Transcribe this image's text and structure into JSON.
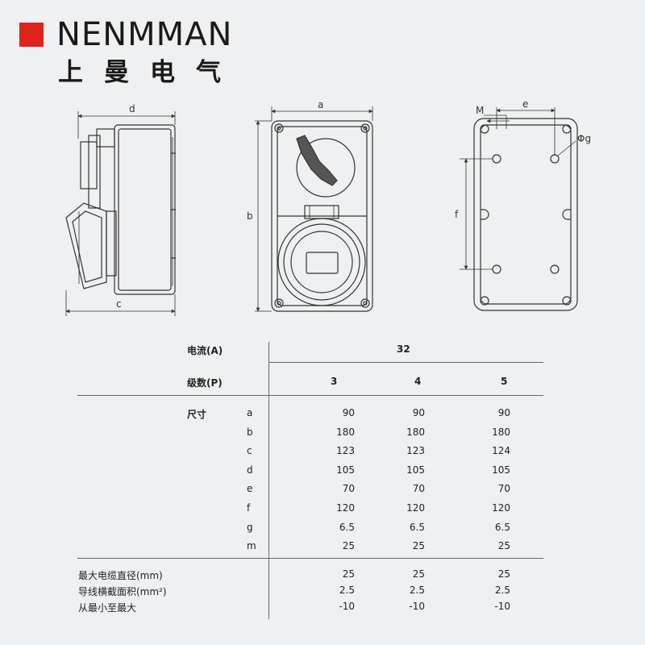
{
  "brand": {
    "name_en": "NENMMAN",
    "name_cn": "上曼电气",
    "accent": "#e0231b"
  },
  "drawing_labels": {
    "a": "a",
    "b": "b",
    "c": "c",
    "d": "d",
    "e": "e",
    "f": "f",
    "m": "M",
    "g": "Φg"
  },
  "table": {
    "current_label": "电流(A)",
    "current_value": "32",
    "poles_label": "级数(P)",
    "poles": [
      "3",
      "4",
      "5"
    ],
    "dimension_label": "尺寸",
    "dimension_rows": [
      {
        "key": "a",
        "values": [
          "90",
          "90",
          "90"
        ]
      },
      {
        "key": "b",
        "values": [
          "180",
          "180",
          "180"
        ]
      },
      {
        "key": "c",
        "values": [
          "123",
          "123",
          "124"
        ]
      },
      {
        "key": "d",
        "values": [
          "105",
          "105",
          "105"
        ]
      },
      {
        "key": "e",
        "values": [
          "70",
          "70",
          "70"
        ]
      },
      {
        "key": "f",
        "values": [
          "120",
          "120",
          "120"
        ]
      },
      {
        "key": "g",
        "values": [
          "6.5",
          "6.5",
          "6.5"
        ]
      },
      {
        "key": "m",
        "values": [
          "25",
          "25",
          "25"
        ]
      }
    ],
    "footer_rows": [
      {
        "label": "最大电缆直径(mm)",
        "values": [
          "25",
          "25",
          "25"
        ]
      },
      {
        "label": "导线横截面积(mm²)",
        "values": [
          "2.5",
          "2.5",
          "2.5"
        ]
      },
      {
        "label": "从最小至最大",
        "values": [
          "-10",
          "-10",
          "-10"
        ]
      }
    ]
  }
}
